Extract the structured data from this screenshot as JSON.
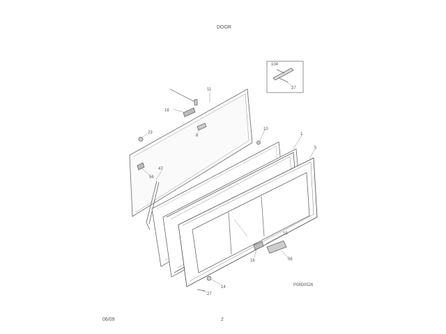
{
  "header": {
    "title": "DOOR"
  },
  "footer": {
    "date": "06/09",
    "page": "2"
  },
  "figure_code": "P08D0526",
  "callouts": {
    "c104": "104",
    "c27a": "27",
    "c11": "11",
    "c18": "18",
    "c8": "8",
    "c23": "23",
    "c10": "10",
    "c1": "1",
    "c5": "5",
    "c47": "47",
    "c56a": "56",
    "c15": "15",
    "c16": "16",
    "c56b": "56",
    "c14": "14",
    "c27b": "27"
  }
}
